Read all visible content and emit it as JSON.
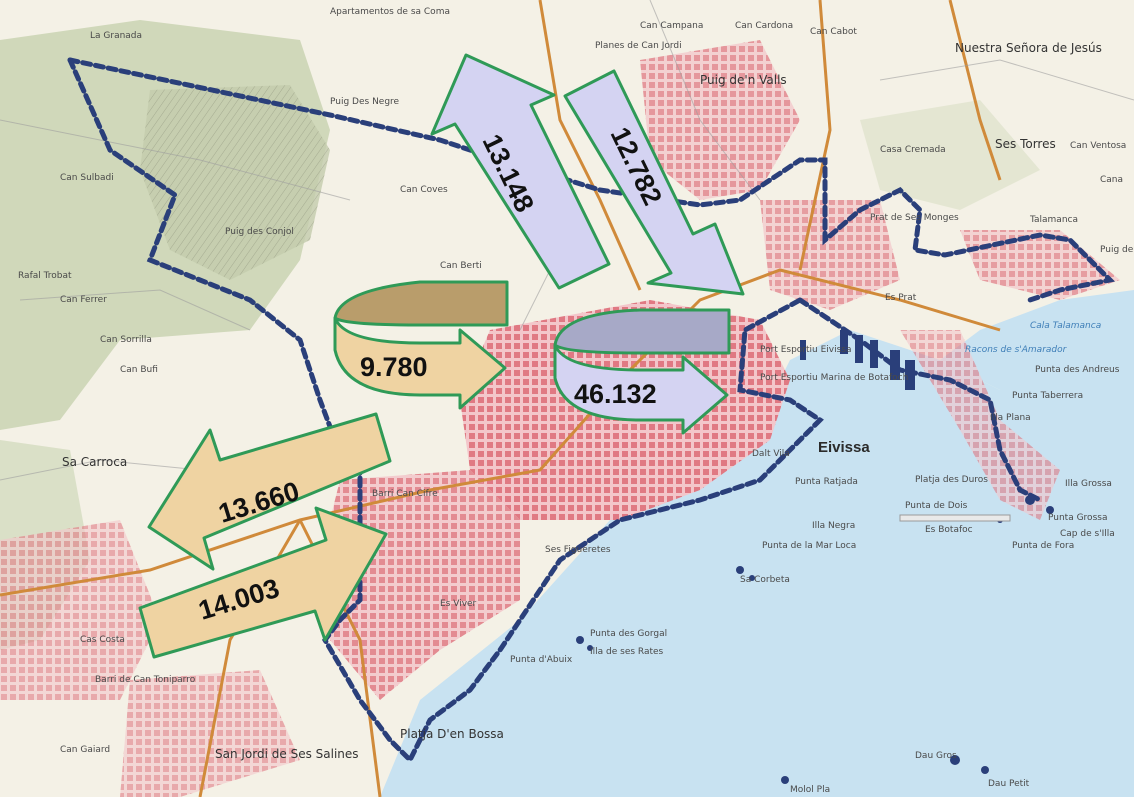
{
  "colors": {
    "land": "#f4f1e6",
    "hills": "#c9d3b2",
    "sea": "#c8e2f1",
    "urban": "#e58a93",
    "boundary": "#2a3f7a",
    "arrow_lavender": "#d4d3f2",
    "arrow_tan": "#efd3a2",
    "arrow_outline": "#2f9a57",
    "loop_top_tan": "#b99d6b",
    "loop_top_lavender": "#a7a9c7",
    "road": "#d08a3a"
  },
  "flows": {
    "outbound_north": "13.148",
    "inbound_north": "12.782",
    "internal_west": "9.780",
    "internal_city": "46.132",
    "outbound_west": "13.660",
    "inbound_west": "14.003"
  },
  "places": {
    "la_granada": "La Granada",
    "apartamentos": "Apartamentos de sa Coma",
    "can_campana": "Can Campana",
    "can_cardona": "Can Cardona",
    "can_cabot": "Can Cabot",
    "planes_can_jordi": "Planes de Can Jordi",
    "puig_den_valls": "Puig de'n Valls",
    "nuestra_senora": "Nuestra Señora de Jesús",
    "puig_des_negre": "Puig Des Negre",
    "ses_torres": "Ses Torres",
    "casa_cremada": "Casa Cremada",
    "can_ventosa": "Can Ventosa",
    "cana": "Cana",
    "prat_ses_monges": "Prat de Ses Monges",
    "talamanca": "Talamanca",
    "puig_de": "Puig de",
    "es_prat": "Es Prat",
    "cala_talamanca": "Cala Talamanca",
    "racons_amarador": "Racons de s'Amarador",
    "punta_andreus": "Punta des Andreus",
    "puig_des_conjol": "Puig des Conjol",
    "can_sulbadi": "Can Sulbadi",
    "rafal_trobat": "Rafal Trobat",
    "can_ferrer": "Can Ferrer",
    "can_sorrilla": "Can Sorrilla",
    "can_bufi": "Can Bufi",
    "can_coves": "Can Coves",
    "can_berti": "Can Berti",
    "port_esportiu": "Port Esportiu Eivissa",
    "port_marina": "Port Esportiu Marina de Botafoch",
    "punta_taberrera": "Punta Taberrera",
    "illa_plana": "Illa Plana",
    "eivissa": "Eivissa",
    "dalt_vila": "Dalt Vila",
    "platja_duros": "Platja des Duros",
    "punta_dois": "Punta de Dois",
    "es_botafoc": "Es Botafoc",
    "illa_grossa": "Illa Grossa",
    "punta_grossa": "Punta Grossa",
    "cap_illa": "Cap de s'Illa",
    "punta_fora": "Punta de Fora",
    "punta_ratjada": "Punta Ratjada",
    "illa_negra": "Illa Negra",
    "punta_mar_loca": "Punta de la Mar Loca",
    "sa_carroca": "Sa Carroca",
    "barri_can_cifre": "Barri Can Cifre",
    "ses_figueretes": "Ses Figueretes",
    "es_viver": "Es Viver",
    "sa_corbeta": "Sa Corbeta",
    "punta_gorgal": "Punta des Gorgal",
    "illa_rates": "Illa de ses Rates",
    "punta_abuix": "Punta d'Abuix",
    "platja_den_bossa": "Platja D'en Bossa",
    "can_gaiard": "Can Gaiard",
    "sant_jordi": "San Jordi de Ses Salines",
    "barri_can_toniparro": "Barri de Can Toniparro",
    "cas_costa": "Cas Costa",
    "dau_gros": "Dau Gros",
    "dau_petit": "Dau Petit",
    "moloi_pla": "Molol Pla"
  }
}
